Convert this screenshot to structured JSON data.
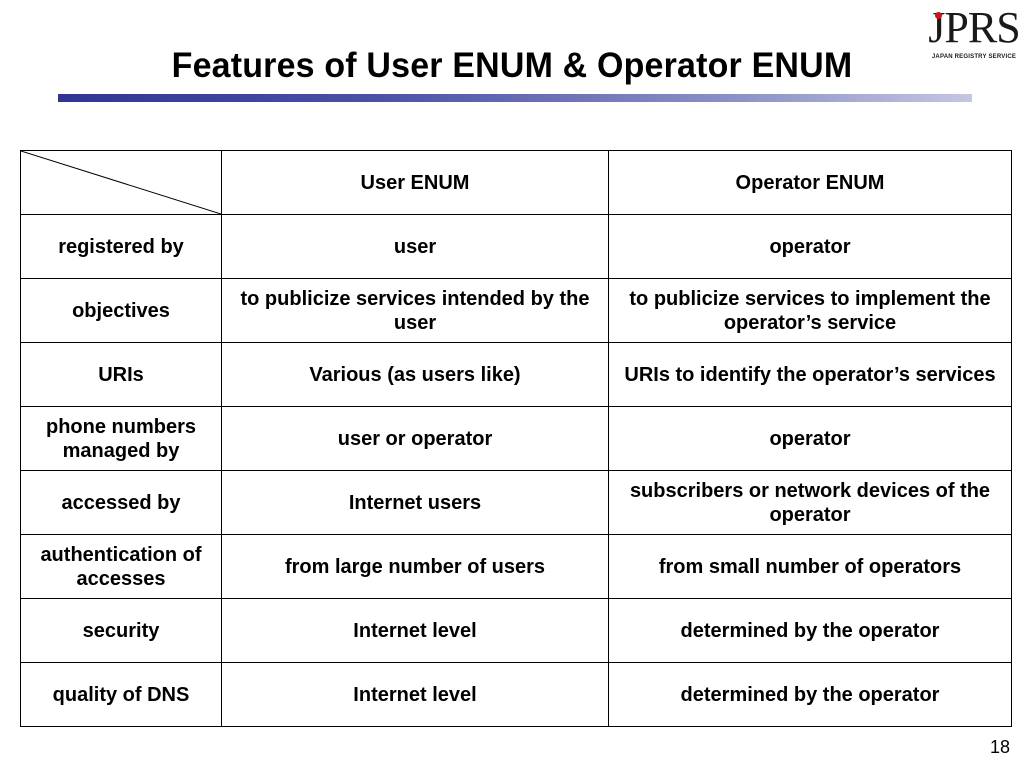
{
  "slide": {
    "title": "Features of User ENUM & Operator ENUM",
    "page_number": "18",
    "accent_color": "#2f3593"
  },
  "logo": {
    "text": "JPRS",
    "subtitle": "JAPAN REGISTRY SERVICE",
    "dot_color": "#d0121b"
  },
  "table": {
    "headers": [
      "",
      "User ENUM",
      "Operator ENUM"
    ],
    "rows": [
      {
        "label": "registered by",
        "user": "user",
        "operator": "operator"
      },
      {
        "label": "objectives",
        "user": "to publicize services intended by the user",
        "operator": "to publicize services to implement the operator’s service"
      },
      {
        "label": "URIs",
        "user": "Various (as users like)",
        "operator": "URIs to identify the operator’s services"
      },
      {
        "label": "phone numbers managed by",
        "user": "user or operator",
        "operator": "operator"
      },
      {
        "label": "accessed by",
        "user": "Internet users",
        "operator": "subscribers or network devices of the operator"
      },
      {
        "label": "authentication of accesses",
        "user": "from large number of users",
        "operator": "from small number of operators"
      },
      {
        "label": "security",
        "user": "Internet level",
        "operator": "determined by the operator"
      },
      {
        "label": "quality of DNS",
        "user": "Internet level",
        "operator": "determined by the operator"
      }
    ]
  }
}
